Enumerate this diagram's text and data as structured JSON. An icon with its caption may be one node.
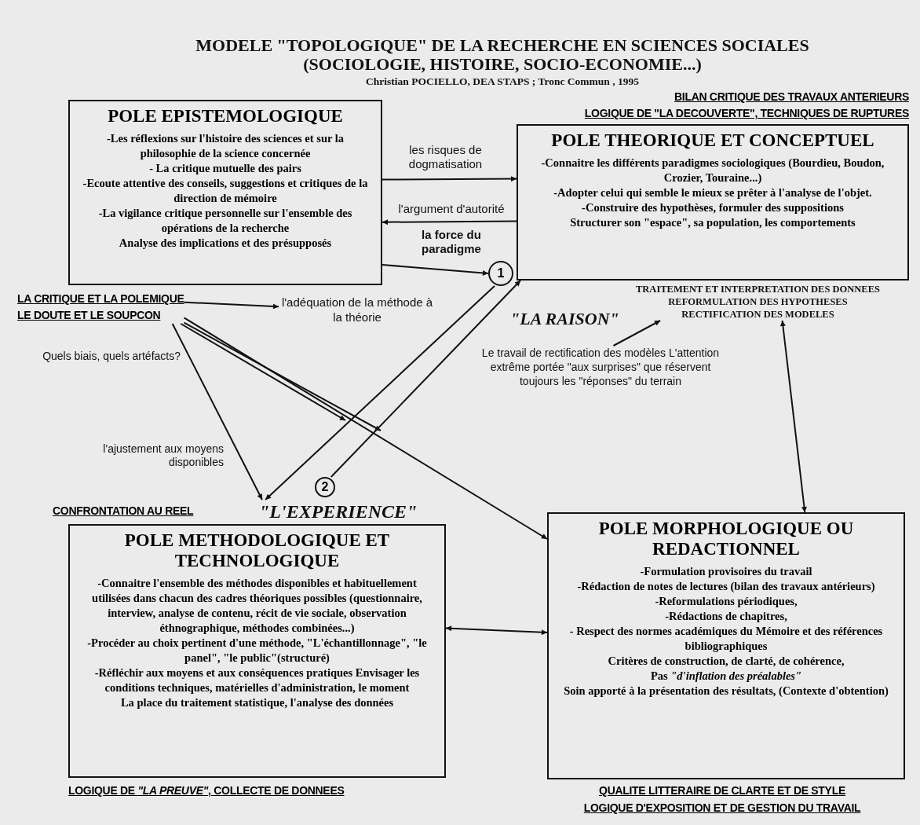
{
  "diagram": {
    "title": "MODELE \"TOPOLOGIQUE\" DE LA RECHERCHE EN SCIENCES SOCIALES (SOCIOLOGIE, HISTOIRE, SOCIO-ECONOMIE...)",
    "nodes": [
      {
        "text": [
          "POLE EPISTEMOLOGIQUE",
          "-Les réflexions sur l'histoire des sciences et sur la philosophie de la science concernée",
          "- La critique mutuelle des pairs",
          "-Ecoute attentive des conseils, suggestions et critiques de la direction de mémoire",
          "-La vigilance critique personnelle sur l'ensemble des opérations de la recherche",
          "Analyse des implications et des présupposés"
        ]
      },
      {
        "text": [
          "POLE THEORIQUE ET CONCEPTUEL",
          "-Connaitre les différents paradigmes sociologiques (Bourdieu, Boudon, Crozier, Touraine...)",
          "-Adopter celui qui semble le mieux se prêter à l'analyse de l'objet.",
          "-Construire des hypothèses, formuler des suppositions",
          "Structurer son \"espace\", sa population, les comportements"
        ],
        "beside": [
          "BILAN CRITIQUE DES TRAVAUX ANTERIEURS",
          "LOGIQUE DE \"LA DECOUVERTE\", TECHNIQUES DE RUPTURES"
        ]
      },
      {
        "text": [
          "1"
        ]
      },
      {
        "text": [
          "LA CRITIQUE ET LA POLEMIQUE",
          "LE DOUTE ET LE SOUPCON"
        ]
      },
      {
        "text": [
          "l'adéquation de la méthode à la théorie"
        ]
      },
      {
        "text": [
          "TRAITEMENT ET INTERPRETATION DES DONNEES",
          "REFORMULATION DES HYPOTHESES",
          "RECTIFICATION DES MODELES"
        ]
      },
      {
        "text": [
          "Le travail de rectification des modèles L'attention extrême portée \"aux surprises\" que réservent toujours les \"réponses\" du terrain"
        ]
      },
      {
        "text": [
          "2"
        ]
      },
      {
        "text": [
          "\"L'EXPERIENCE\""
        ]
      },
      {
        "text": [
          "POLE METHODOLOGIQUE ET TECHNOLOGIQUE",
          "-Connaitre l'ensemble des méthodes disponibles et habituellement utilisées dans chacun des cadres théoriques possibles (questionnaire, interview, analyse de contenu, récit de vie sociale, observation éthnographique, méthodes combinées...)",
          "-Procéder au choix pertinent d'une méthode, \"L'échantillonnage\", \"le panel\", \"le public\"(structuré)",
          "-Réfléchir aux moyens et aux conséquences pratiques Envisager les conditions techniques, matérielles d'administration, le moment",
          "La place du traitement statistique, l'analyse des données"
        ],
        "beside": [
          "CONFRONTATION AU REEL",
          "LOGIQUE DE *\"LA PREUVE\"*, COLLECTE DE DONNEES"
        ]
      },
      {
        "text": [
          "POLE MORPHOLOGIQUE OU REDACTIONNEL",
          "-Formulation provisoires du travail",
          "-Rédaction de notes de lectures (bilan des travaux antérieurs)",
          "-Reformulations périodiques,",
          "-Rédactions de chapitres,",
          "- Respect des normes académiques du Mémoire et des références bibliographiques",
          "Critères de construction, de clarté, de cohérence,",
          "Pas *\"d'inflation des préalables\"*",
          "Soin apporté à la présentation des résultats, (Contexte d'obtention)"
        ],
        "beside": [
          "QUALITE LITTERAIRE DE CLARTE ET DE STYLE",
          "LOGIQUE D'EXPOSITION ET DE GESTION DU TRAVAIL"
        ]
      }
    ],
    "edges": [
      {
        "from": 0,
        "to": 1,
        "arrow": "to",
        "label": "les risques de dogmatisation"
      },
      {
        "from": 1,
        "to": 0,
        "arrow": "to",
        "label": "l'argument d'autorité"
      },
      {
        "from": 0,
        "to": 2,
        "arrow": "to"
      },
      {
        "from": 2,
        "to": 8,
        "arrow": "to"
      },
      {
        "from": 7,
        "to": 1,
        "arrow": "to"
      },
      {
        "from": 3,
        "to": 4,
        "arrow": "to"
      },
      {
        "from": 3,
        "to": 8,
        "arrow": "to"
      },
      {
        "from": 3,
        "to": null,
        "arrow": "to"
      },
      {
        "from": 3,
        "to": null,
        "arrow": "to"
      },
      {
        "from": 3,
        "to": 10,
        "arrow": "to"
      },
      {
        "from": 6,
        "to": 5,
        "arrow": "to"
      },
      {
        "from": 5,
        "to": 10,
        "arrow": "both"
      },
      {
        "from": 9,
        "to": 10,
        "arrow": "both"
      }
    ],
    "labels": [
      "Christian POCIELLO, DEA STAPS ; Tronc Commun , 1995",
      "la force du paradigme",
      "\"LA RAISON\"",
      "Quels biais, quels artéfacts?",
      "l'ajustement aux moyens disponibles"
    ]
  }
}
